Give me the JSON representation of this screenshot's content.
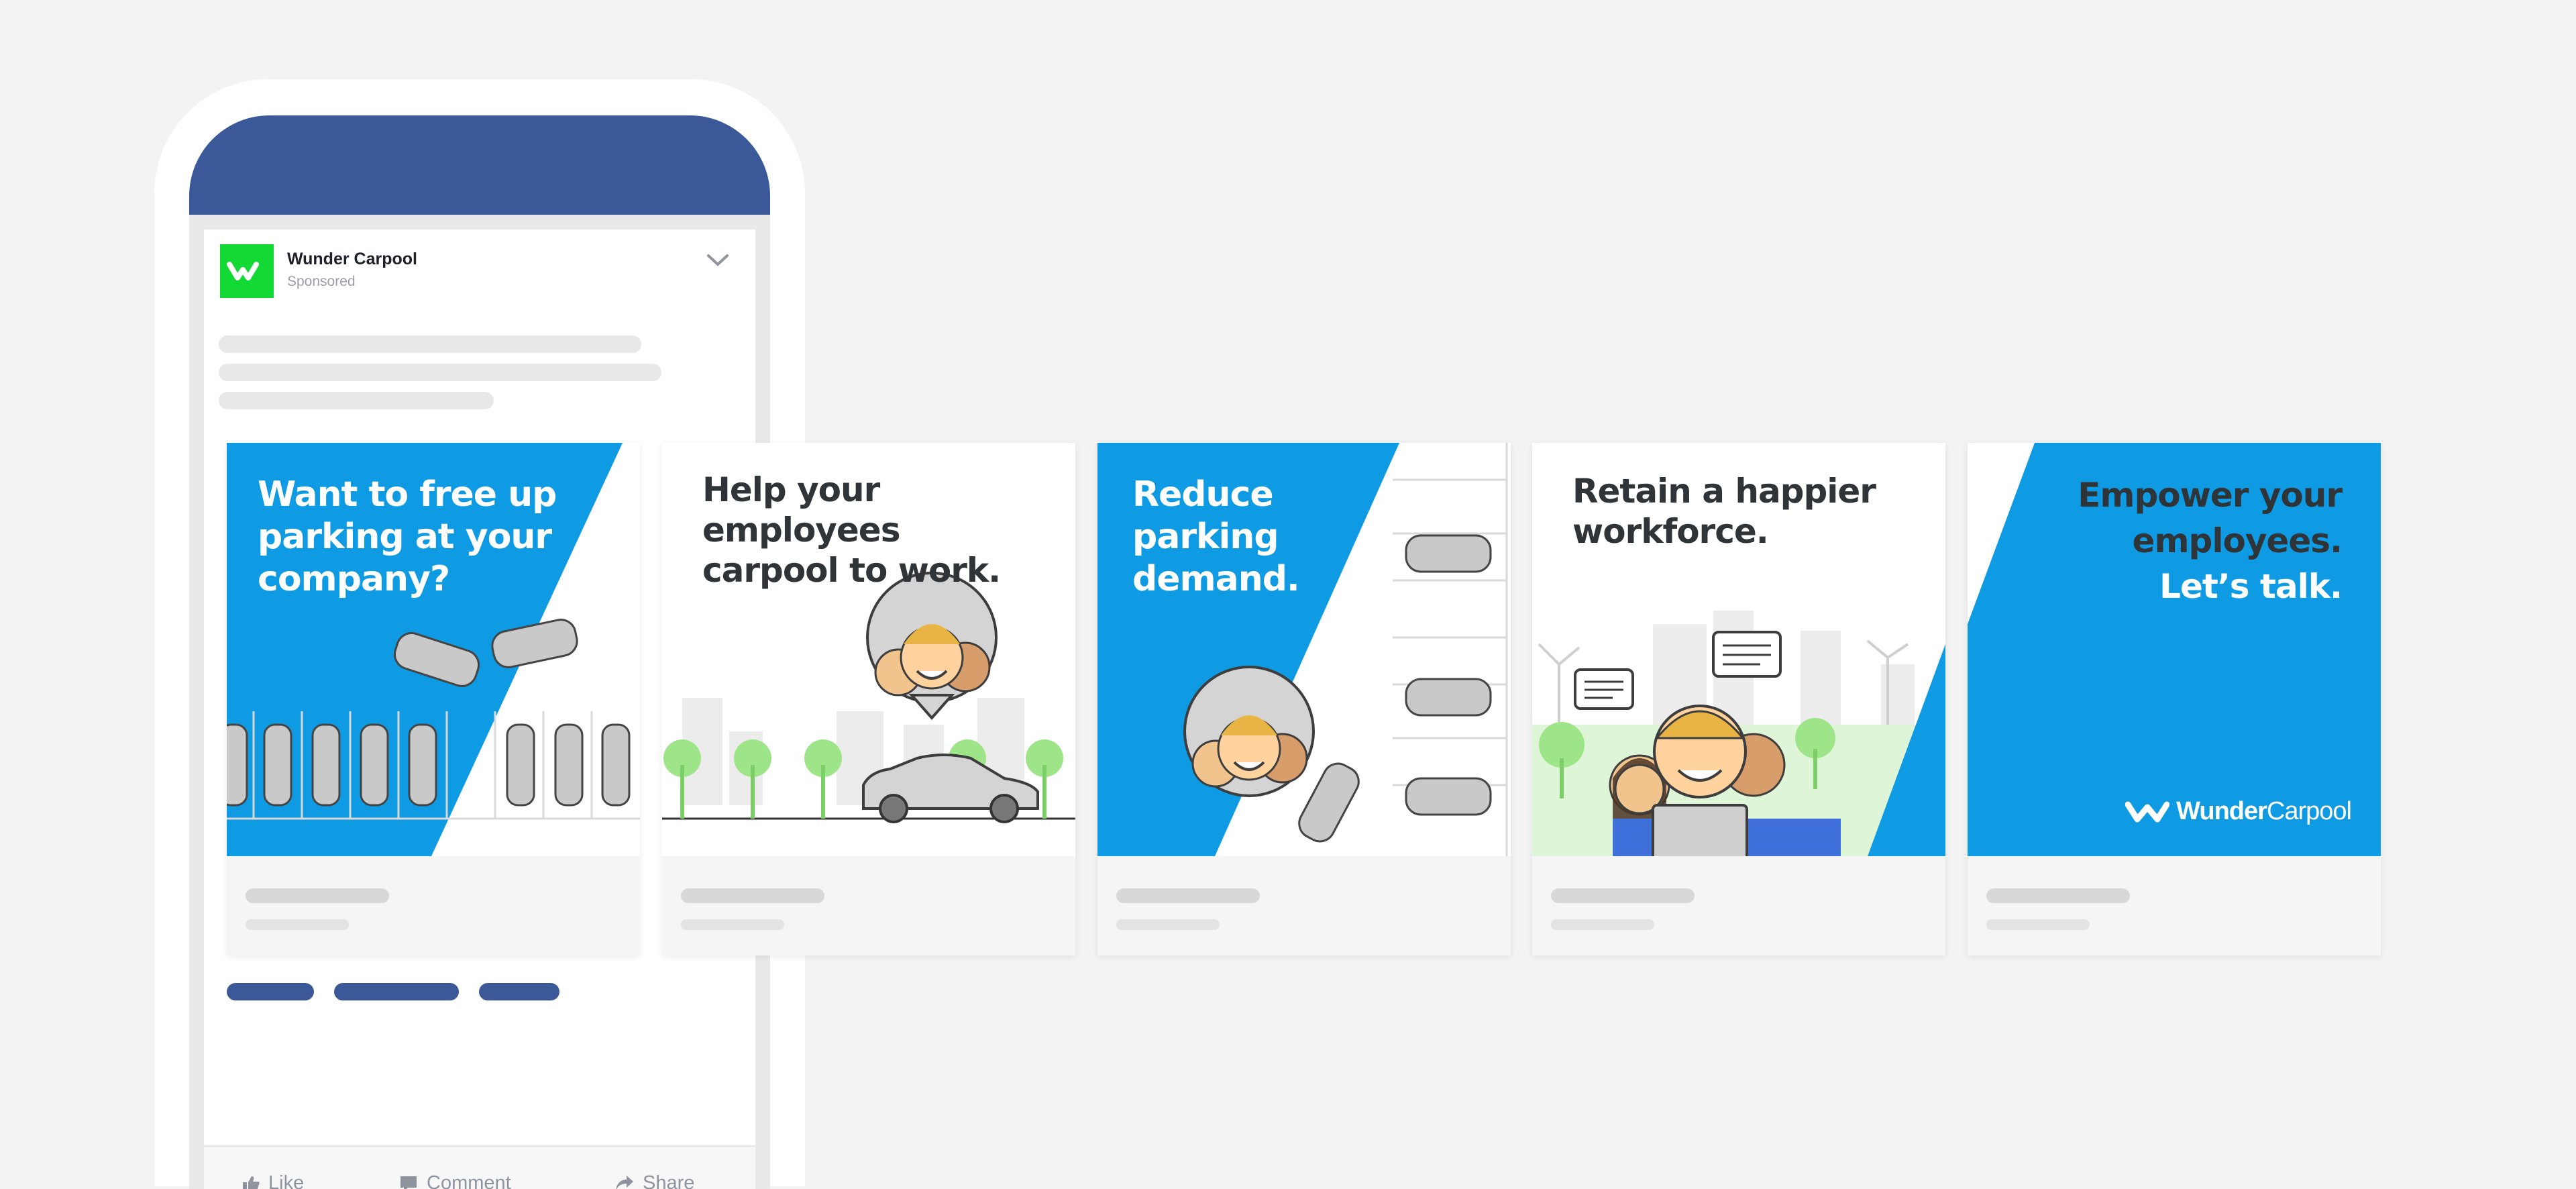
{
  "post": {
    "advertiser": "Wunder Carpool",
    "sponsored": "Sponsored",
    "actions": {
      "like": "Like",
      "comment": "Comment",
      "share": "Share"
    }
  },
  "cards": [
    {
      "headline_lines": [
        "Want to free up",
        "parking at your",
        "company?"
      ]
    },
    {
      "headline_lines": [
        "Help your employees",
        "carpool to work."
      ]
    },
    {
      "headline_lines": [
        "Reduce",
        "parking",
        "demand."
      ]
    },
    {
      "headline_lines": [
        "Retain a happier",
        "workforce."
      ]
    },
    {
      "headline_lines": [
        "Empower your",
        "employees.",
        "Let’s talk."
      ],
      "brand_bold": "Wunder",
      "brand_regular": "Carpool"
    }
  ],
  "colors": {
    "facebook_blue": "#3b5998",
    "brand_blue": "#0f9be3",
    "brand_green": "#12d934",
    "headline_dark": "#2f3438",
    "background": "#f3f3f3"
  },
  "icons": [
    "wunder-logo-icon",
    "chevron-down-icon",
    "thumbs-up-icon",
    "comment-icon",
    "share-icon",
    "car-icon",
    "tree-icon",
    "speech-bubble-icon",
    "laptop-icon",
    "wind-turbine-icon"
  ]
}
